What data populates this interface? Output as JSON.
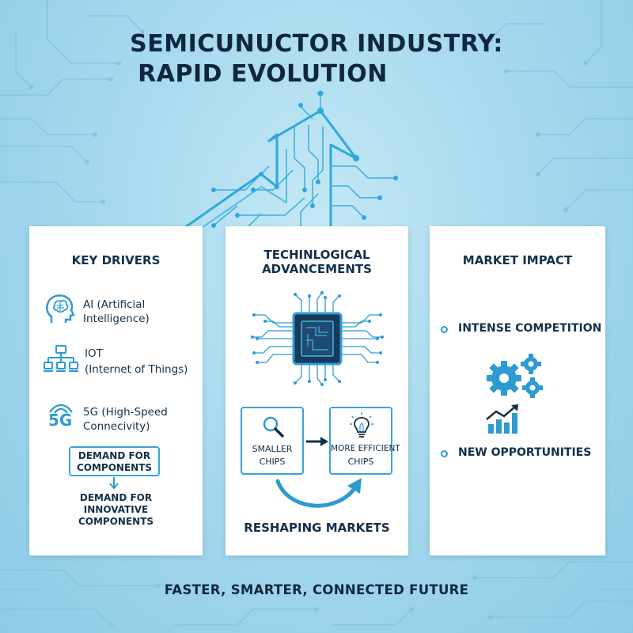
{
  "title": {
    "line1": "SEMICUNUCTOR INDUSTRY:",
    "line2": "RAPID EVOLUTION"
  },
  "colors": {
    "accent": "#2d9bd0",
    "dark": "#12304a",
    "background": "#a7d9ee",
    "panel": "#ffffff"
  },
  "key_drivers": {
    "title": "KEY DRIVERS",
    "items": [
      {
        "icon": "brain-head-icon",
        "line1": "AI (Artificial",
        "line2": "Intelligence)"
      },
      {
        "icon": "network-icon",
        "line1": "IOT",
        "line2": "(Internet of Things)"
      },
      {
        "icon": "5g-icon",
        "icon_text": "5G",
        "line1": "5G (High-Speed",
        "line2": "Connecivity)"
      }
    ],
    "demand_box": {
      "line1": "DEMAND FOR",
      "line2": "COMPONENTS"
    },
    "demand_text": {
      "line1": "DEMAND FOR",
      "line2": "INNOVATIVE",
      "line3": "COMPONENTS"
    }
  },
  "tech": {
    "title_line1": "TECHINLOGICAL",
    "title_line2": "ADVANCEMENTS",
    "chip_icon": "microchip-icon",
    "smaller": {
      "icon": "magnifier-icon",
      "line1": "SMALLER",
      "line2": "CHIPS"
    },
    "efficient": {
      "icon": "lightbulb-icon",
      "line1": "MORE EFFICIENT",
      "line2": "CHIPS"
    },
    "reshaping": "RESHAPING MARKETS"
  },
  "market": {
    "title": "MARKET IMPACT",
    "competition": "INTENSE COMPETITION",
    "gears_icon": "gears-icon",
    "growth_icon": "growth-chart-icon",
    "opportunities": "NEW OPPORTUNITIES"
  },
  "footer": "FASTER, SMARTER, CONNECTED FUTURE"
}
